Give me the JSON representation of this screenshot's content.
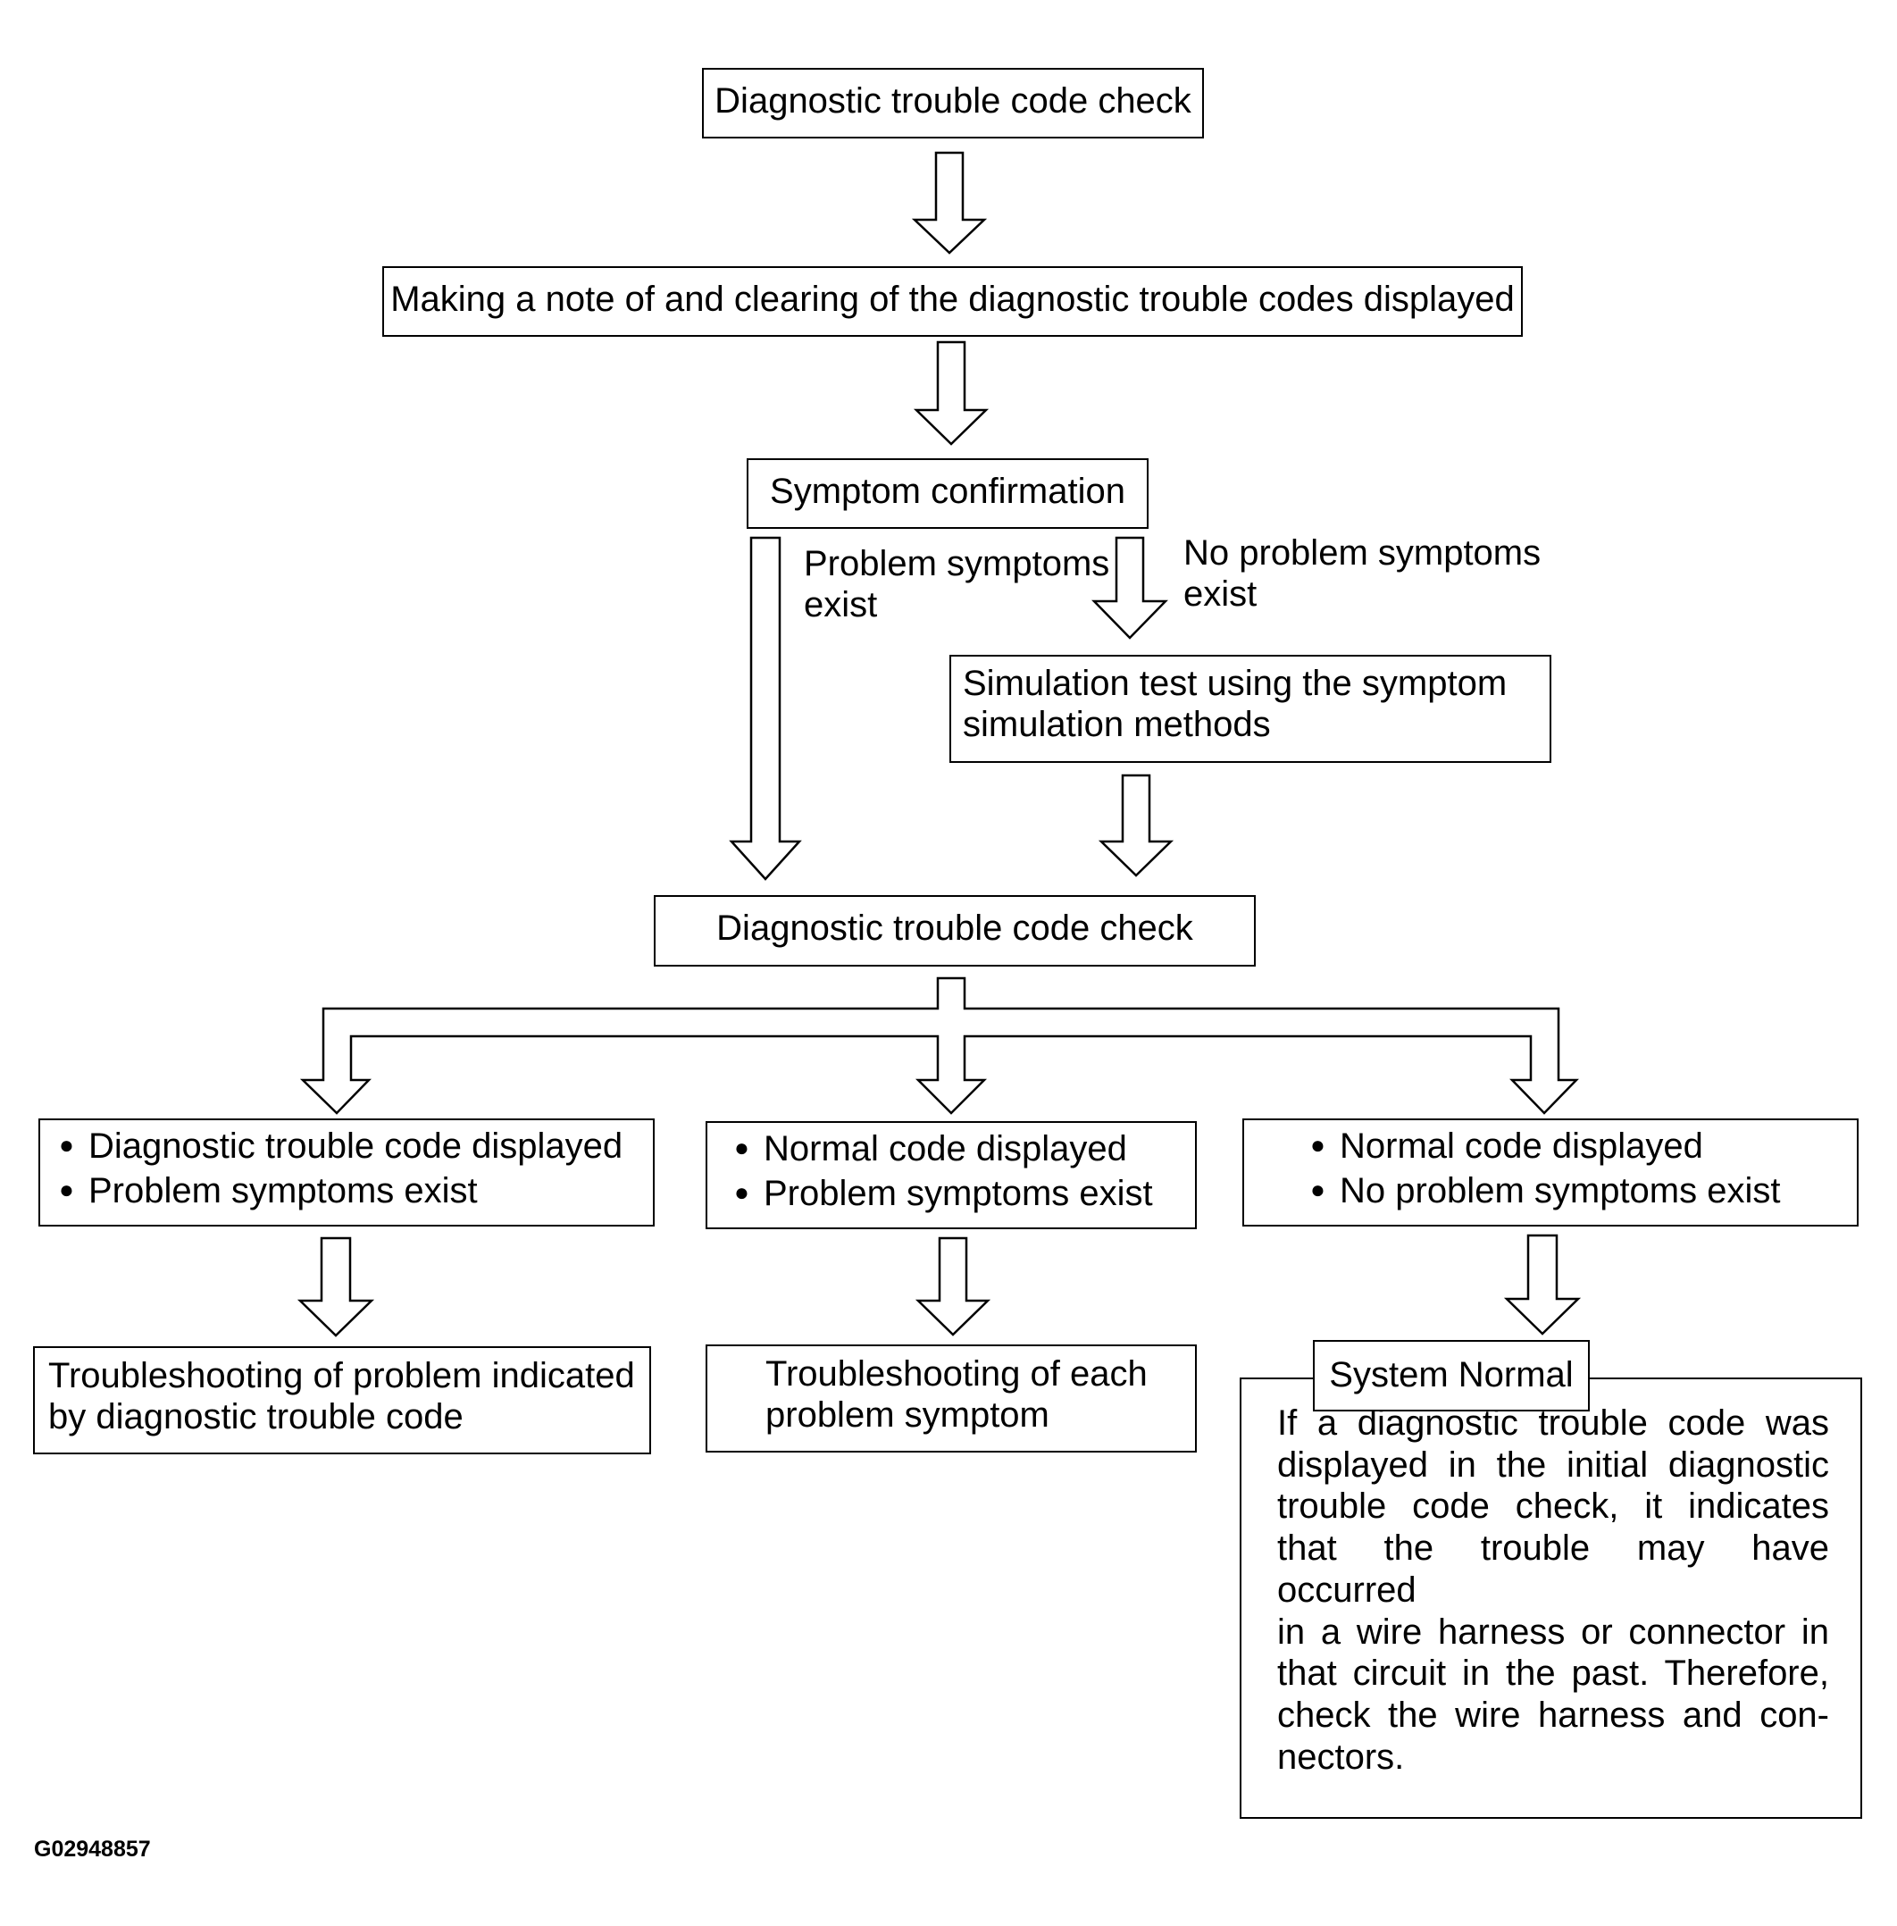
{
  "flowchart": {
    "step_dtc_check_initial": "Diagnostic trouble code check",
    "step_note_and_clear": "Making a note of and clearing of the diagnostic trouble codes displayed",
    "step_symptom_confirmation": "Symptom confirmation",
    "branch_problem": {
      "line1": "Problem symptoms",
      "line2": "exist"
    },
    "branch_no_problem": {
      "line1": "No problem symptoms",
      "line2": "exist"
    },
    "step_simulation": {
      "line1": "Simulation test using the symptom",
      "line2": "simulation methods"
    },
    "step_dtc_check_second": "Diagnostic trouble code check",
    "outcome_left": {
      "bullet1": "Diagnostic trouble code displayed",
      "bullet2": "Problem symptoms exist"
    },
    "outcome_middle": {
      "bullet1": "Normal code displayed",
      "bullet2": "Problem symptoms exist"
    },
    "outcome_right": {
      "bullet1": "Normal code displayed",
      "bullet2": "No problem symptoms exist"
    },
    "result_left": {
      "line1": "Troubleshooting of problem indicated",
      "line2": "by diagnostic trouble code"
    },
    "result_middle": {
      "line1": "Troubleshooting of each",
      "line2": "problem symptom"
    },
    "result_right_title": "System Normal",
    "result_right_note": [
      "If a diagnostic trouble code was",
      "displayed in the initial diagnostic",
      "trouble code check, it indicates",
      "that the trouble may have occurred",
      "in a wire harness or connector in",
      "that circuit in the past. Therefore,",
      "check the wire harness and con-",
      "nectors."
    ]
  },
  "figure_id": "G02948857"
}
